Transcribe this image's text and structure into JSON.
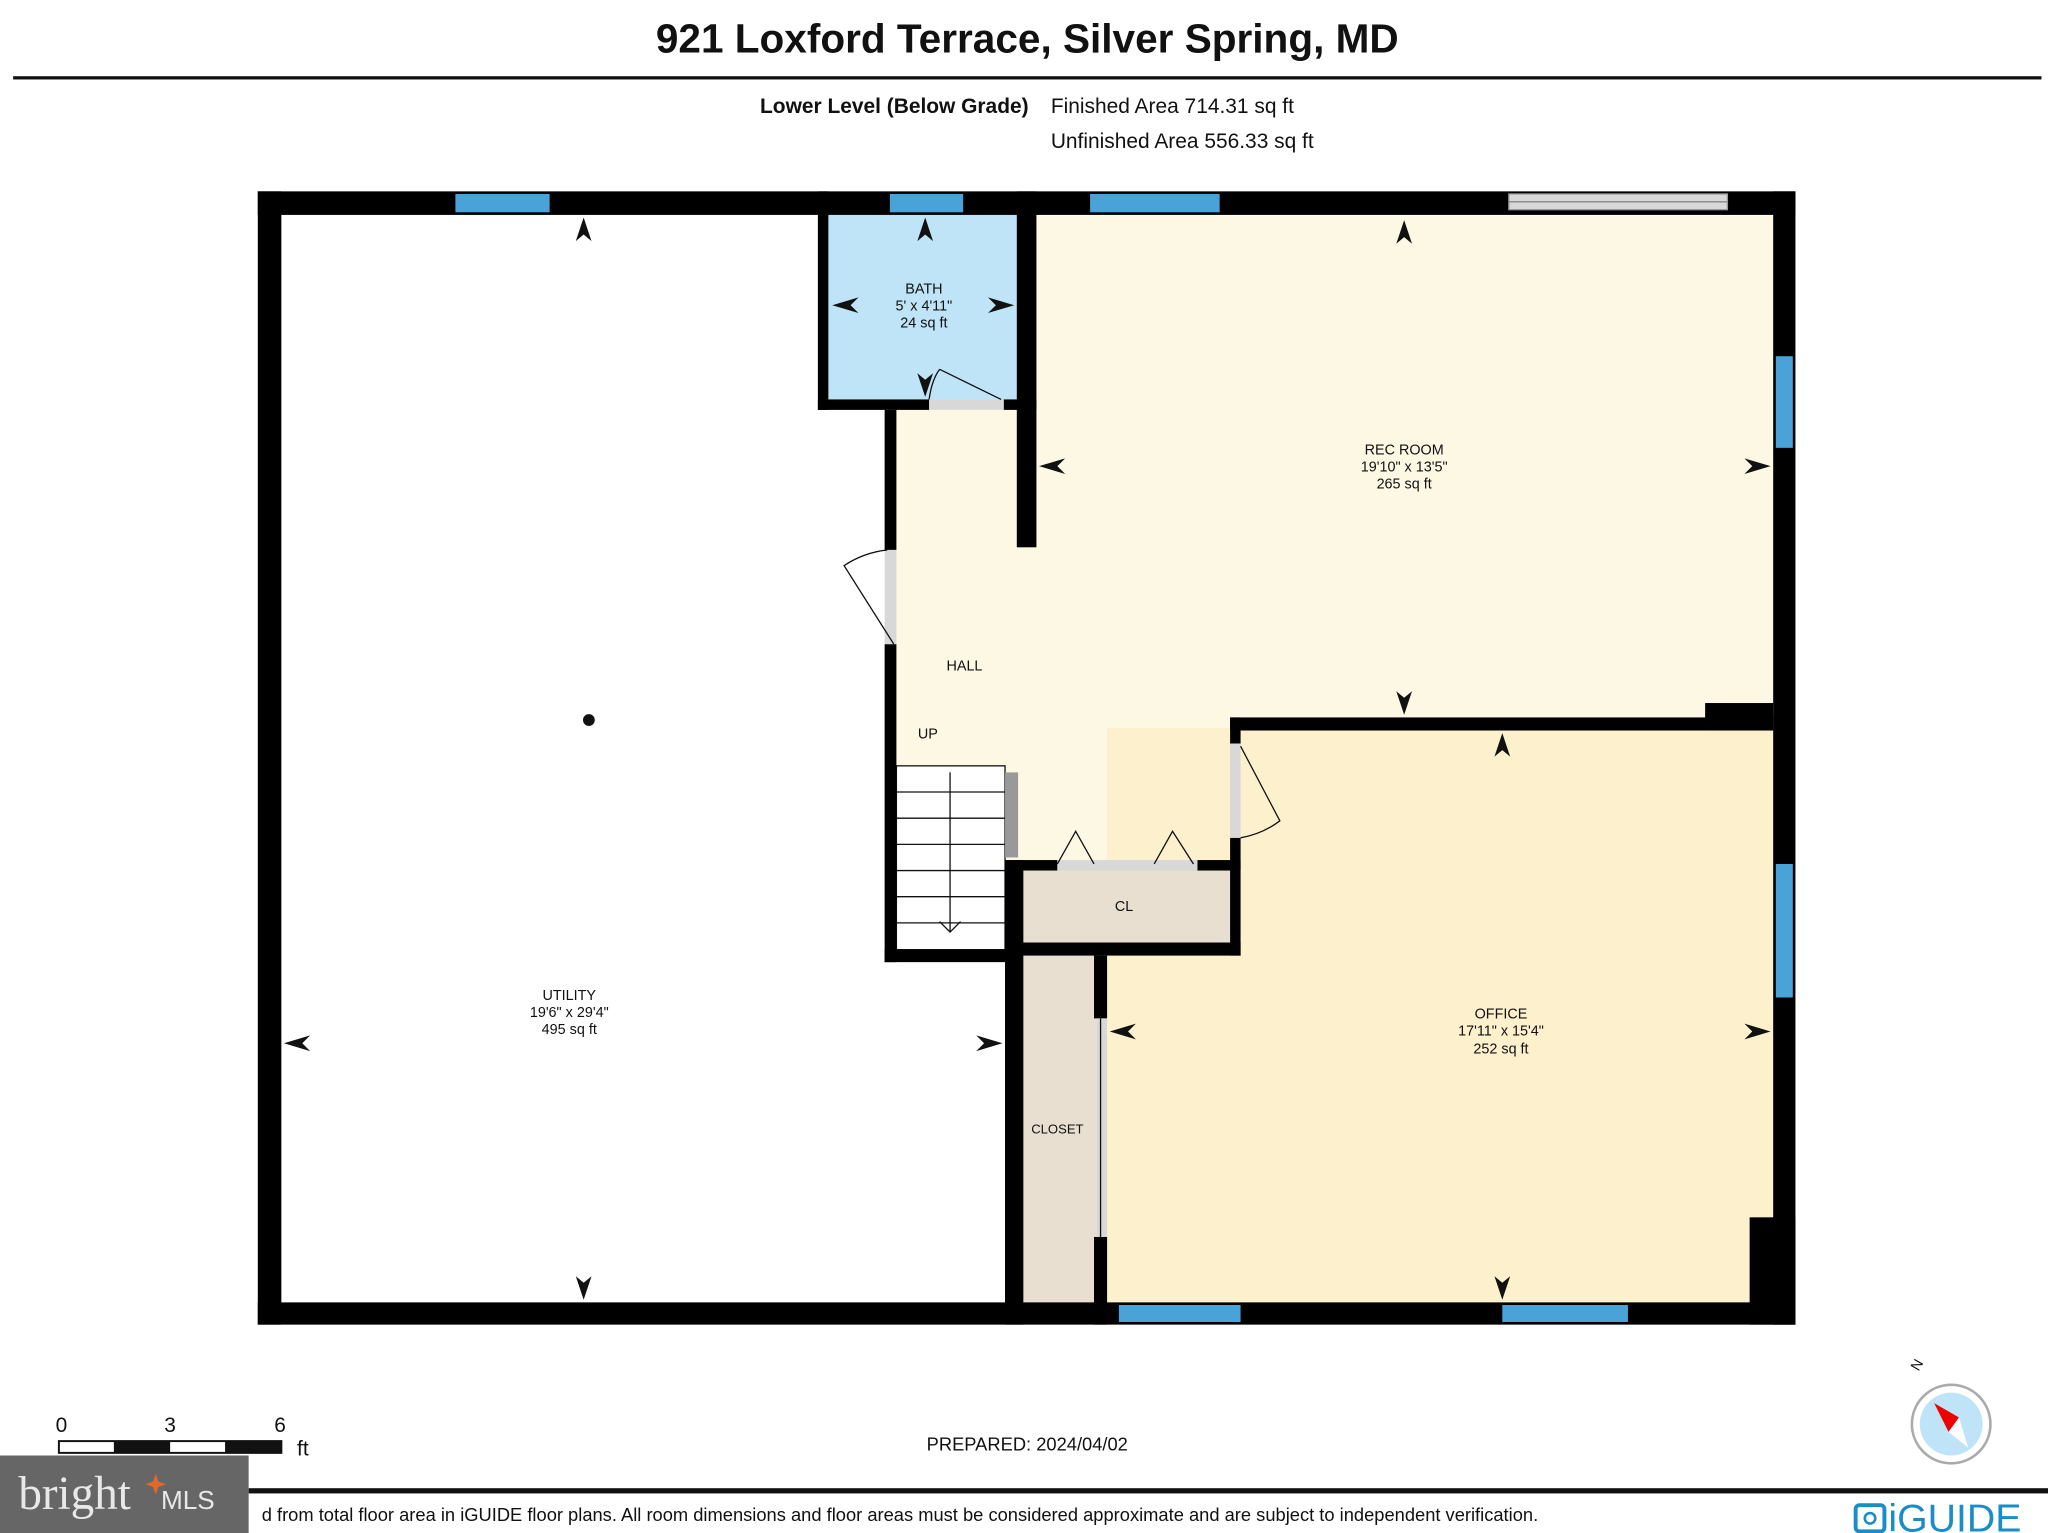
{
  "header": {
    "title": "921 Loxford Terrace, Silver Spring, MD",
    "level": "Lower Level (Below Grade)",
    "finished_area": "Finished Area 714.31 sq ft",
    "unfinished_area": "Unfinished Area 556.33 sq ft"
  },
  "rooms": {
    "bath": {
      "name": "BATH",
      "dims": "5' x 4'11\"",
      "area": "24 sq ft"
    },
    "rec_room": {
      "name": "REC ROOM",
      "dims": "19'10\" x 13'5\"",
      "area": "265 sq ft"
    },
    "hall": {
      "name": "HALL"
    },
    "stairs": {
      "label": "UP"
    },
    "utility": {
      "name": "UTILITY",
      "dims": "19'6\" x 29'4\"",
      "area": "495 sq ft"
    },
    "cl": {
      "name": "CL"
    },
    "closet": {
      "name": "CLOSET"
    },
    "office": {
      "name": "OFFICE",
      "dims": "17'11\" x 15'4\"",
      "area": "252 sq ft"
    }
  },
  "colors": {
    "rec_room": "#fdf8e4",
    "office": "#fdf0cc",
    "bath": "#bfe3f7",
    "closet": "#e8dfd0",
    "window": "#4aa3d8"
  },
  "scale_bar": {
    "ticks": [
      "0",
      "3",
      "6"
    ],
    "unit": "ft"
  },
  "prepared": "PREPARED: 2024/04/02",
  "compass": {
    "label": "N"
  },
  "footer": {
    "disclaimer": "d from total floor area in iGUIDE floor plans. All room dimensions and floor areas must be considered approximate and are subject to independent verification.",
    "logo_iguide": "iGUIDE",
    "logo_bright": "bright MLS"
  }
}
